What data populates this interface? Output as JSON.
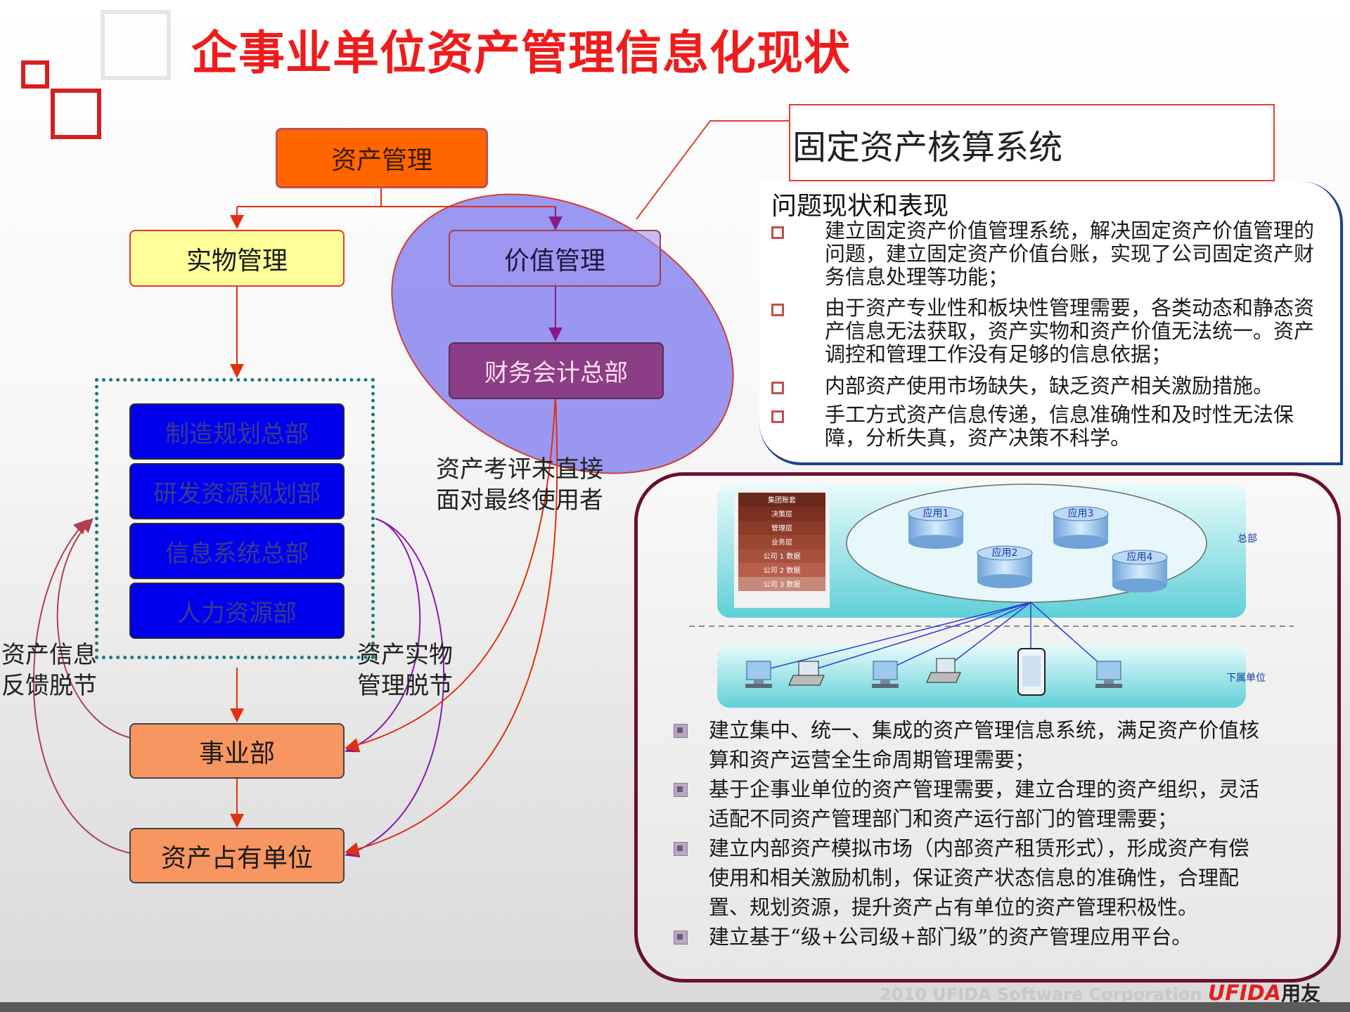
{
  "title": "企事业单位资产管理信息化现状",
  "org": {
    "root": "资产管理",
    "physical": "实物管理",
    "value": "价值管理",
    "finance": "财务会计总部",
    "departments": [
      "制造规划总部",
      "研发资源规划部",
      "信息系统总部",
      "人力资源部"
    ],
    "business_unit": "事业部",
    "holding_unit": "资产占有单位"
  },
  "annotations": {
    "feedback": "资产信息\n反馈脱节",
    "physical_gap": "资产实物\n管理脱节",
    "evaluation": "资产考评未直接\n面对最终使用者"
  },
  "system_title": "固定资产核算系统",
  "problems": {
    "heading": "问题现状和表现",
    "items": [
      "建立固定资产价值管理系统，解决固定资产价值管理的问题，建立固定资产价值台账，实现了公司固定资产财务信息处理等功能；",
      "由于资产专业性和板块性管理需要，各类动态和静态资产信息无法获取，资产实物和资产价值无法统一。资产调控和管理工作没有足够的信息依据；",
      "内部资产使用市场缺失，缺乏资产相关激励措施。",
      "手工方式资产信息传递，信息准确性和及时性无法保障，分析失真，资产决策不科学。"
    ]
  },
  "network": {
    "tiers": [
      "集团账套",
      "决策层",
      "管理层",
      "业务层",
      "公司 1 数据",
      "公司 2 数据",
      "公司 3 数据"
    ],
    "apps": [
      "应用1",
      "应用2",
      "应用3",
      "应用4"
    ],
    "hq_label": "总部",
    "sub_label": "下属单位"
  },
  "solutions": [
    "建立集中、统一、集成的资产管理信息系统，满足资产价值核算和资产运营全生命周期管理需要；",
    "基于企事业单位的资产管理需要，建立合理的资产组织，灵活适配不同资产管理部门和资产运行部门的管理需要；",
    "建立内部资产模拟市场（内部资产租赁形式），形成资产有偿使用和相关激励机制，保证资产状态信息的准确性，合理配置、规划资源，提升资产占有单位的资产管理积极性。",
    "建立基于“级+公司级+部门级”的资产管理应用平台。"
  ],
  "footer": {
    "text": "2010 UFIDA Software Corporation",
    "brand": "UFIDA",
    "brand_cn": "用友"
  },
  "colors": {
    "title": "#ee1c1c",
    "root_box": "#ff6600",
    "physical_box": "#ffff99",
    "finance_box": "#8b3d85",
    "dept_box": "#0000ee",
    "unit_box": "#f79660",
    "ellipse": "#8a86f0"
  }
}
